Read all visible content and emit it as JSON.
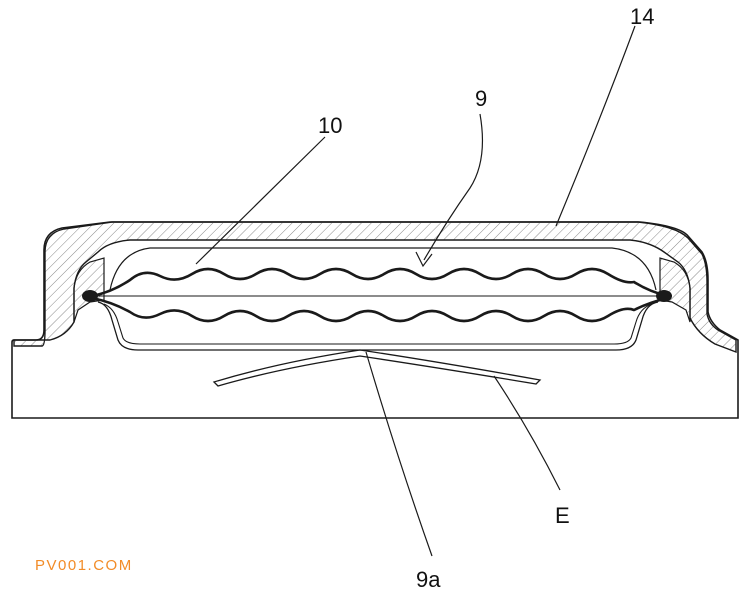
{
  "labels": {
    "cover": "14",
    "diaphragm": "9",
    "chamber": "10",
    "rim": "9a",
    "spring": "E"
  },
  "watermark": "PV001.COM",
  "colors": {
    "line": "#1a1a1a",
    "hatch": "#8a8a8a",
    "watermark": "#f28c28"
  }
}
